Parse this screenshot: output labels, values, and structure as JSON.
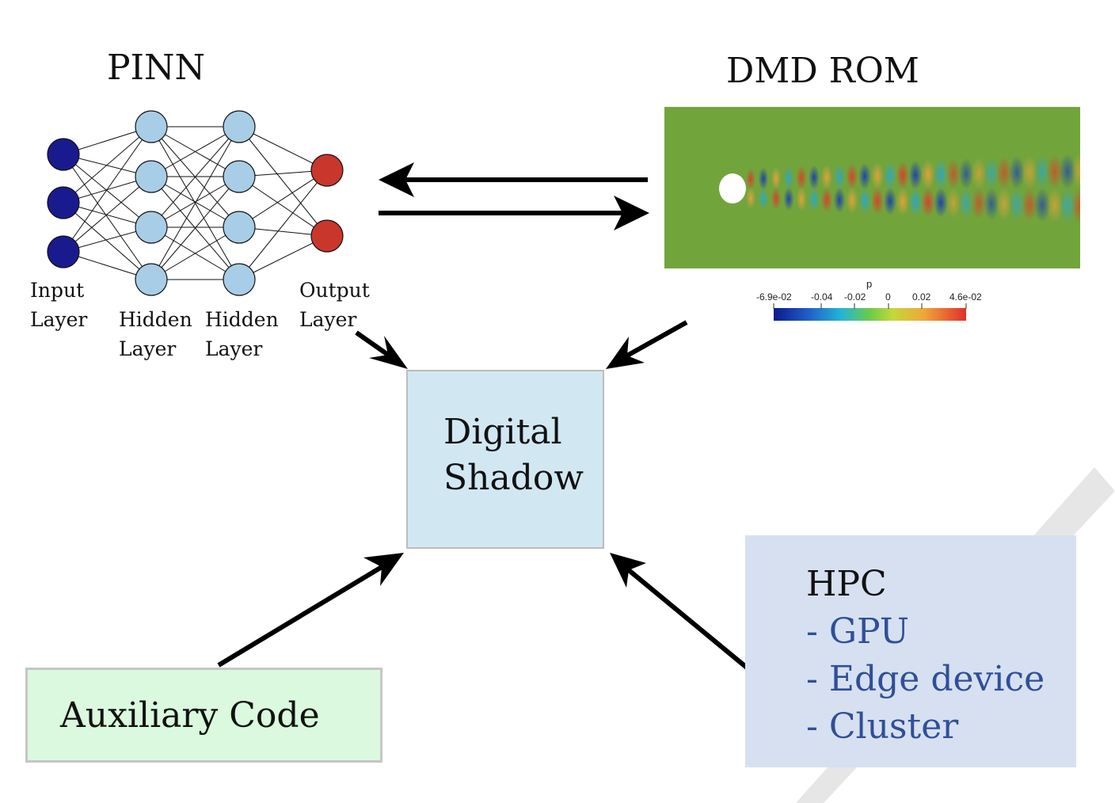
{
  "pinn": {
    "title": "PINN",
    "input_label_1": "Input",
    "input_label_2": "Layer",
    "hidden1_label_1": "Hidden",
    "hidden1_label_2": "Layer",
    "hidden2_label_1": "Hidden",
    "hidden2_label_2": "Layer",
    "output_label_1": "Output",
    "output_label_2": "Layer",
    "colors": {
      "input": "#1a1a8f",
      "hidden": "#a8cde6",
      "output": "#c9362b"
    }
  },
  "dmd": {
    "title": "DMD ROM",
    "colorbar": {
      "variable": "p",
      "ticks": [
        "-6.9e-02",
        "-0.04",
        "-0.02",
        "0",
        "0.02",
        "4.6e-02"
      ]
    },
    "field_background": "#72a43c"
  },
  "digital_shadow": {
    "line1": "Digital",
    "line2": "Shadow",
    "color": "#d1e8f3"
  },
  "hpc": {
    "title": "HPC",
    "items": [
      "- GPU",
      "- Edge device",
      "- Cluster"
    ],
    "color": "#d6e0f0"
  },
  "auxiliary": {
    "label": "Auxiliary Code",
    "color": "#daf9de"
  }
}
